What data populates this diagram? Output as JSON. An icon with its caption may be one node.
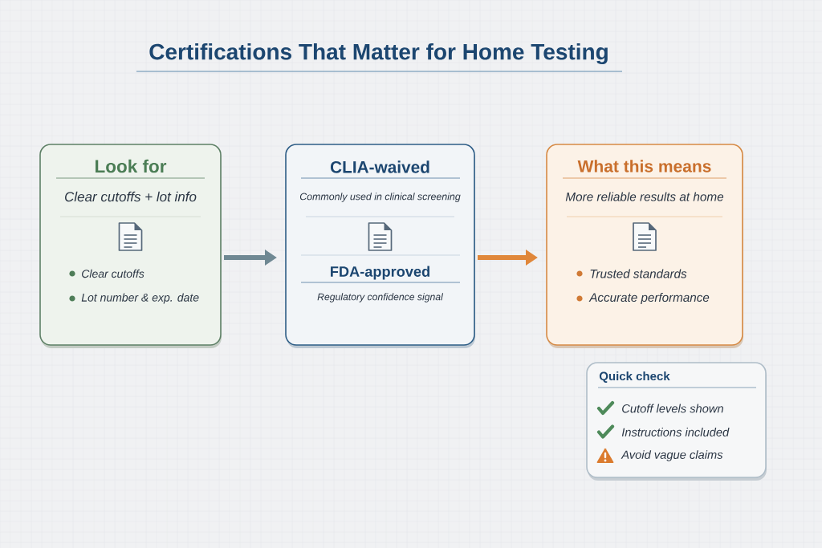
{
  "diagram": {
    "title": "Certifications That Matter for Home Testing",
    "nodes": [
      {
        "text": [
          "Look for",
          "Clear cutoffs + lot info",
          "Clear cutoffs",
          "Lot number & exp. date"
        ]
      },
      {
        "text": [
          "CLIA-waived",
          "Commonly used in clinical screening",
          "FDA-approved",
          "Regulatory confidence signal"
        ]
      },
      {
        "text": [
          "What this means",
          "More reliable results at home",
          "Trusted standards",
          "Accurate performance"
        ]
      },
      {
        "text": [
          "Quick check",
          "Cutoff levels shown",
          "Instructions included",
          "Avoid vague claims"
        ]
      }
    ],
    "edges": [
      {
        "from": 0,
        "to": 1,
        "arrow": "to"
      },
      {
        "from": 1,
        "to": 2,
        "arrow": "to",
        "color": "#e0873a"
      }
    ]
  }
}
